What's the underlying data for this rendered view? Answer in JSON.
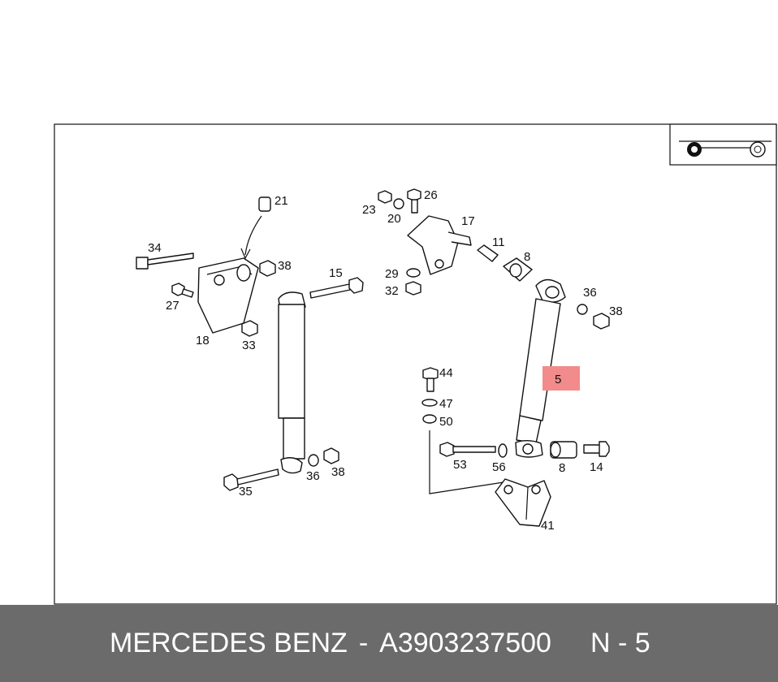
{
  "diagram": {
    "highlight_label": "5",
    "labels": {
      "p21": "21",
      "p34": "34",
      "p38a": "38",
      "p27": "27",
      "p18": "18",
      "p33": "33",
      "p15": "15",
      "p35": "35",
      "p36a": "36",
      "p38b": "38",
      "p23": "23",
      "p20": "20",
      "p26": "26",
      "p17": "17",
      "p11": "11",
      "p8a": "8",
      "p29": "29",
      "p32": "32",
      "p36b": "36",
      "p38c": "38",
      "p44": "44",
      "p47": "47",
      "p50": "50",
      "p53": "53",
      "p56": "56",
      "p8b": "8",
      "p14": "14",
      "p41": "41"
    },
    "colors": {
      "highlight": "#f28b8b",
      "footer_bg": "#6b6b6b",
      "footer_text": "#ffffff"
    }
  },
  "footer": {
    "brand": "MERCEDES BENZ",
    "separator": "-",
    "part_number": "A3903237500",
    "ref": "N - 5"
  }
}
